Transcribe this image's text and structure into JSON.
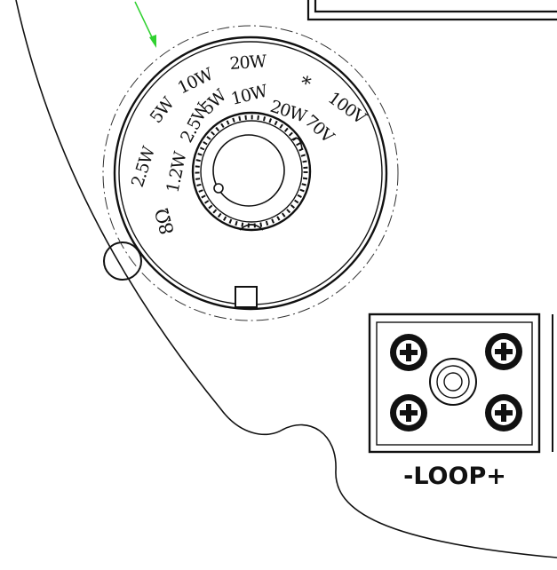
{
  "dial": {
    "outer_ring_labels": [
      "2.5W",
      "5W",
      "10W",
      "20W",
      "*",
      "100V"
    ],
    "inner_ring_labels": [
      "8Ω",
      "1.2W",
      "2.5W",
      "5W",
      "10W",
      "20W",
      "70V"
    ]
  },
  "terminal_block": {
    "label": "-LOOP+"
  },
  "colors": {
    "line": "#111111",
    "pointer": "#2fd12f"
  }
}
